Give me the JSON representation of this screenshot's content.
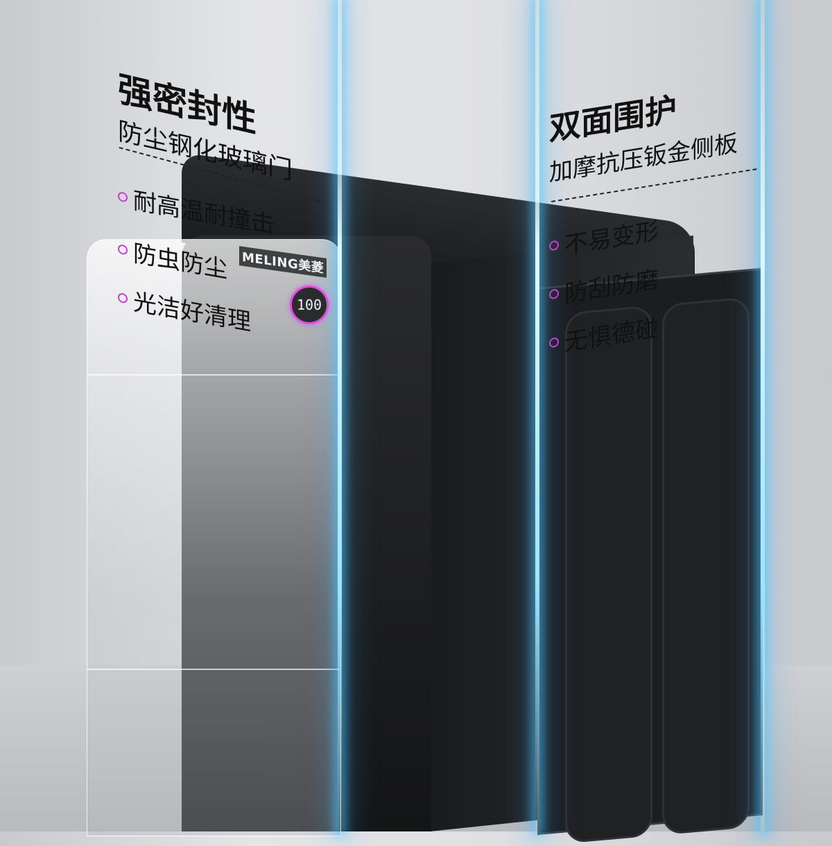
{
  "brand": {
    "logo": "MELING美菱",
    "display_value": "100"
  },
  "left_feature": {
    "title": "强密封性",
    "subtitle": "防尘钢化玻璃门",
    "points": [
      "耐高温耐撞击",
      "防虫防尘",
      "光洁好清理"
    ]
  },
  "right_feature": {
    "title": "双面围护",
    "subtitle": "加摩抗压钣金侧板",
    "points": [
      "不易变形",
      "防刮防磨",
      "无惧德碰"
    ]
  },
  "colors": {
    "glow": "#7fd8ff",
    "bullet": "#c53fd0",
    "body": "#1c1d1f"
  },
  "icons": [
    "bullet-ring-icon",
    "water-drop-icon"
  ]
}
